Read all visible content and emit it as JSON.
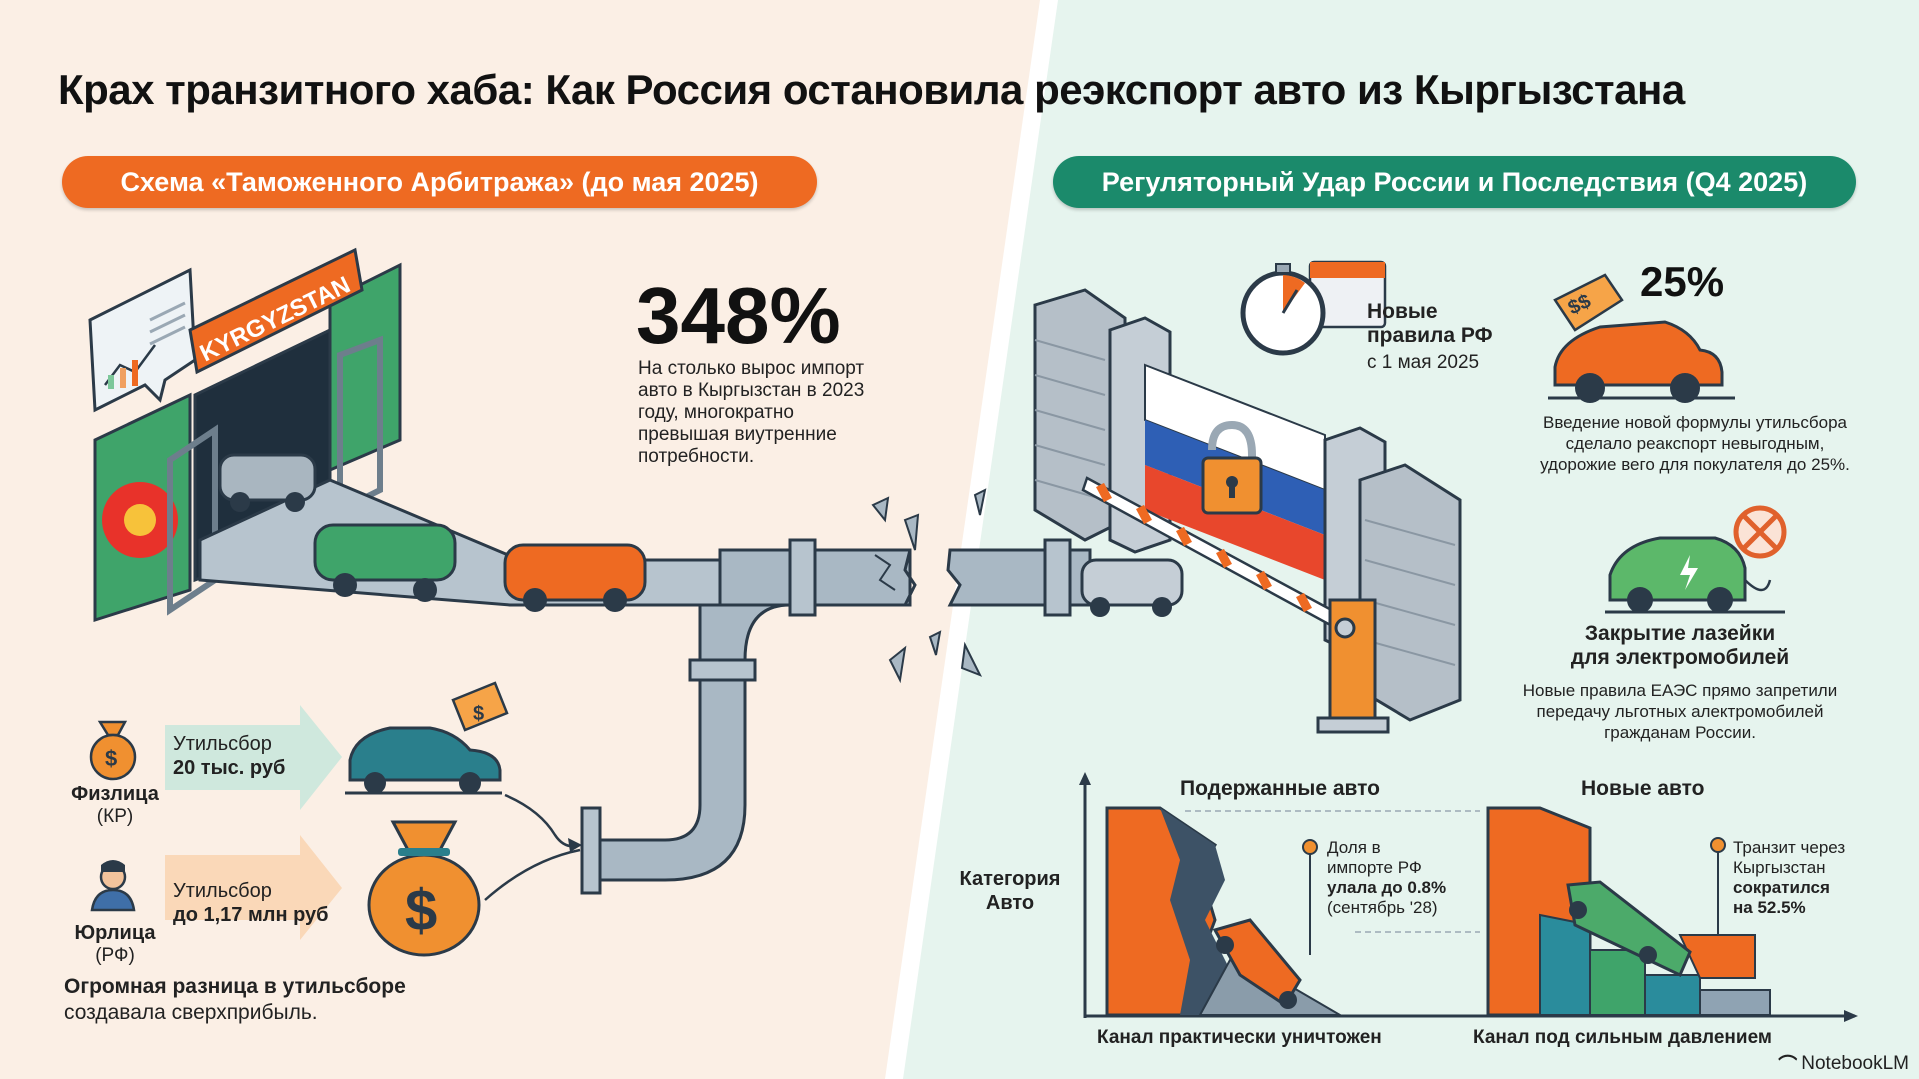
{
  "title": "Крах транзитного хаба: Как Россия остановила реэкспорт авто из Кыргызстана",
  "left_section": {
    "header": "Схема «Таможенного Арбитража» (до мая 2025)",
    "gate_sign": "KYRGYZSTAN",
    "stat": {
      "value": "348%",
      "description_lines": [
        "На столько вырос импорт",
        "авто в Кыргызстан в 2023",
        "году, многократно",
        "превышая виутренние",
        "потребности."
      ]
    },
    "individuals": {
      "label": "Физлица",
      "sublabel": "(КР)",
      "fee_label": "Утильсбор",
      "fee_value": "20 тыс. руб",
      "tag_symbol": "$"
    },
    "legal_entities": {
      "label": "Юрлица",
      "sublabel": "(РФ)",
      "fee_label": "Утильсбор",
      "fee_value": "до 1,17 млн руб",
      "bag_symbol": "$"
    },
    "conclusion_bold": "Огромная разница в утильсборе",
    "conclusion_rest": "создавала сверхприбыль."
  },
  "right_section": {
    "header": "Регуляторный Удар России и Последствия (Q4 2025)",
    "new_rules": {
      "title_line1": "Новые",
      "title_line2": "правила РФ",
      "date": "с 1 мая 2025"
    },
    "price_increase": {
      "value": "25%",
      "tag_symbol": "$$",
      "description_lines": [
        "Введение новой формулы утильсбора",
        "сделало реакспорт невыгодным,",
        "удорожие вего для покулателя до 25%."
      ]
    },
    "ev_loophole": {
      "title_line1": "Закрытие лазейки",
      "title_line2": "для электромобилей",
      "description_lines": [
        "Новые правила ЕАЭС прямо запретили",
        "передачу льготных алектромобилей",
        "гражданам России."
      ]
    },
    "chart": {
      "y_axis_label_line1": "Категория",
      "y_axis_label_line2": "Авто",
      "used_cars": {
        "title": "Подержанные авто",
        "note_lines": [
          "Доля в",
          "импорте РФ",
          "улала до 0.8%",
          "(сентябрь '28)"
        ],
        "caption": "Канал практически уничтожен"
      },
      "new_cars": {
        "title": "Новые авто",
        "note_lines": [
          "Транзит через",
          "Кыргызстан",
          "сократился",
          "на 52.5%"
        ],
        "caption": "Канал под сильным давлением"
      }
    }
  },
  "colors": {
    "orange": "#ee6a22",
    "green": "#1b8a6b",
    "pipe": "#a9b8c4",
    "dark": "#2b3a48"
  },
  "chart_data": {
    "type": "bar",
    "title": "Категория Авто",
    "categories": [
      "Подержанные авто",
      "Новые авто"
    ],
    "series": [
      {
        "name": "Доля в импорте РФ (сентябрь '28), %",
        "values": [
          0.8,
          null
        ]
      },
      {
        "name": "Сокращение транзита через Кыргызстан, %",
        "values": [
          null,
          52.5
        ]
      }
    ],
    "annotations": [
      "Канал практически уничтожен",
      "Канал под сильным давлением"
    ],
    "xlabel": "",
    "ylabel": "Категория Авто"
  },
  "branding": {
    "logo_text": "NotebookLM"
  }
}
